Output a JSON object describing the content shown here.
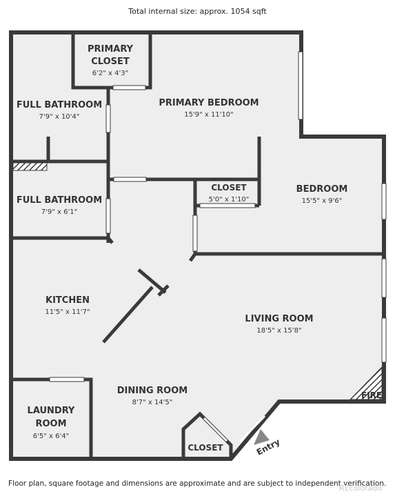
{
  "header": {
    "total_size": "Total internal size: approx. 1054 sqft"
  },
  "footer": {
    "disclaimer": "Floor plan, square footage and dimensions are approximate and are subject to independent verification.",
    "brand": "REcolorado"
  },
  "rooms": {
    "primary_closet": {
      "name_line1": "PRIMARY",
      "name_line2": "CLOSET",
      "dims": "6'2\" x 4'3\""
    },
    "full_bathroom_1": {
      "name": "FULL BATHROOM",
      "dims": "7'9\" x 10'4\""
    },
    "primary_bedroom": {
      "name": "PRIMARY BEDROOM",
      "dims": "15'9\" x 11'10\""
    },
    "full_bathroom_2": {
      "name": "FULL BATHROOM",
      "dims": "7'9\" x 6'1\""
    },
    "closet_mid": {
      "name": "CLOSET",
      "dims": "5'0\" x 1'10\""
    },
    "bedroom": {
      "name": "BEDROOM",
      "dims": "15'5\" x 9'6\""
    },
    "kitchen": {
      "name": "KITCHEN",
      "dims": "11'5\" x 11'7\""
    },
    "living_room": {
      "name": "LIVING ROOM",
      "dims": "18'5\" x 15'8\""
    },
    "dining_room": {
      "name": "DINING ROOM",
      "dims": "8'7\" x 14'5\""
    },
    "laundry_room": {
      "name_line1": "LAUNDRY",
      "name_line2": "ROOM",
      "dims": "6'5\" x 6'4\""
    },
    "closet_entry": {
      "name": "CLOSET"
    }
  },
  "labels": {
    "fire": "FIRE",
    "entry": "Entry"
  },
  "colors": {
    "wall": "#3a3a3a",
    "floor": "#eeeeee",
    "window": "#ffffff",
    "text": "#333333"
  }
}
